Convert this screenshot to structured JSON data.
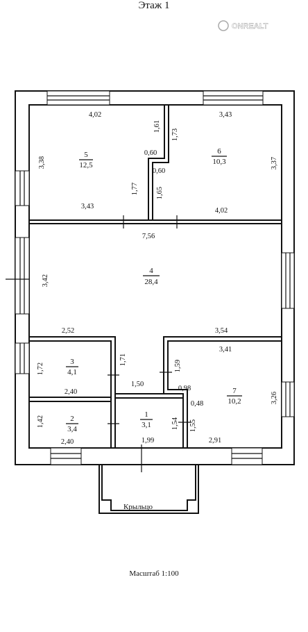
{
  "title": "Этаж 1",
  "watermark": "ONREALT",
  "scale_label": "Масштаб 1:100",
  "porch_label": "Крыльцо",
  "rooms": [
    {
      "id": "5",
      "number": "5",
      "area": "12,5"
    },
    {
      "id": "6",
      "number": "6",
      "area": "10,3"
    },
    {
      "id": "4",
      "number": "4",
      "area": "28,4"
    },
    {
      "id": "3",
      "number": "3",
      "area": "4,1"
    },
    {
      "id": "2",
      "number": "2",
      "area": "3,4"
    },
    {
      "id": "1",
      "number": "1",
      "area": "3,1"
    },
    {
      "id": "7",
      "number": "7",
      "area": "10,2"
    }
  ],
  "dimensions": {
    "r5_top": "4,02",
    "r5_left": "3,38",
    "r5_bottom": "3,43",
    "r5_right_upper": "1,61",
    "r5_step": "0,60",
    "r5_right_lower": "1,77",
    "r6_top": "3,43",
    "r6_left_upper": "1,73",
    "r6_step": "0,60",
    "r6_left_lower": "1,65",
    "r6_right": "3,37",
    "r6_bottom": "4,02",
    "r4_top": "7,56",
    "r4_left": "3,42",
    "r4_bottom_left": "2,52",
    "r4_bottom_right": "3,54",
    "r3_left": "1,72",
    "r3_bottom": "2,40",
    "r3_right": "1,71",
    "r2_left": "1,42",
    "r2_bottom": "2,40",
    "r1_top": "1,50",
    "r1_right": "1,54",
    "r1_bottom": "1,99",
    "r7_top": "3,41",
    "r7_left_upper": "1,59",
    "r7_step": "0,98",
    "r7_step_v": "0,48",
    "r7_left_lower": "1,55",
    "r7_right": "3,26",
    "r7_bottom": "2,91"
  }
}
